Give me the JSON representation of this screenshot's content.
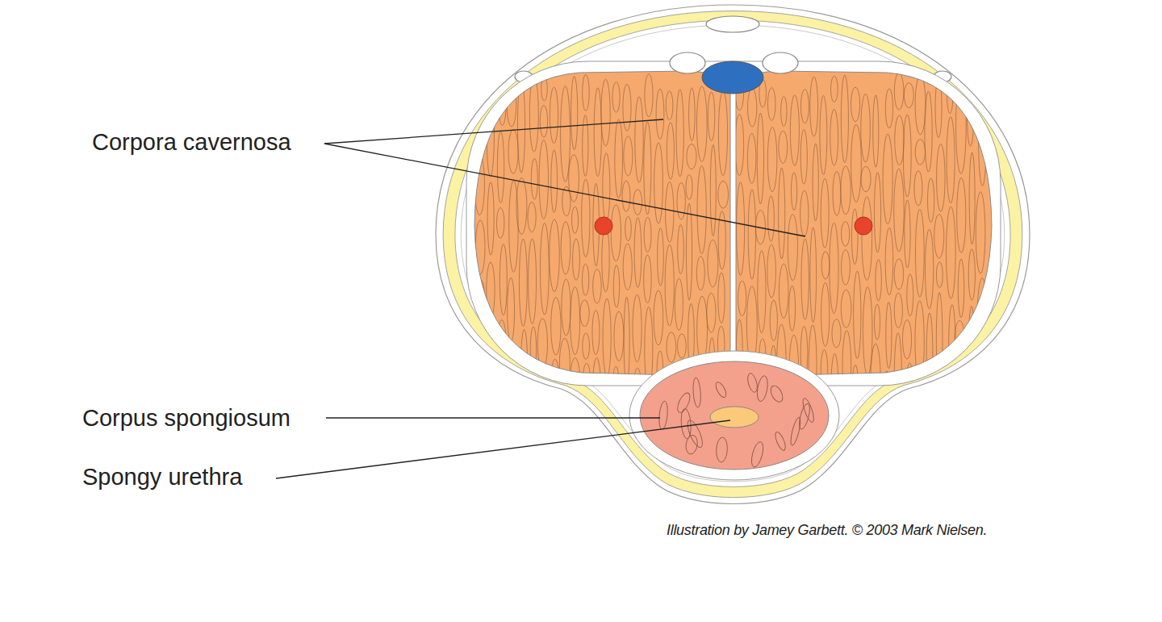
{
  "diagram": {
    "caption": "Illustration by Jamey Garbett. © 2003 Mark Nielsen.",
    "labels": [
      "Corpora cavernosa",
      "Corpus spongiosum",
      "Spongy urethra"
    ]
  }
}
